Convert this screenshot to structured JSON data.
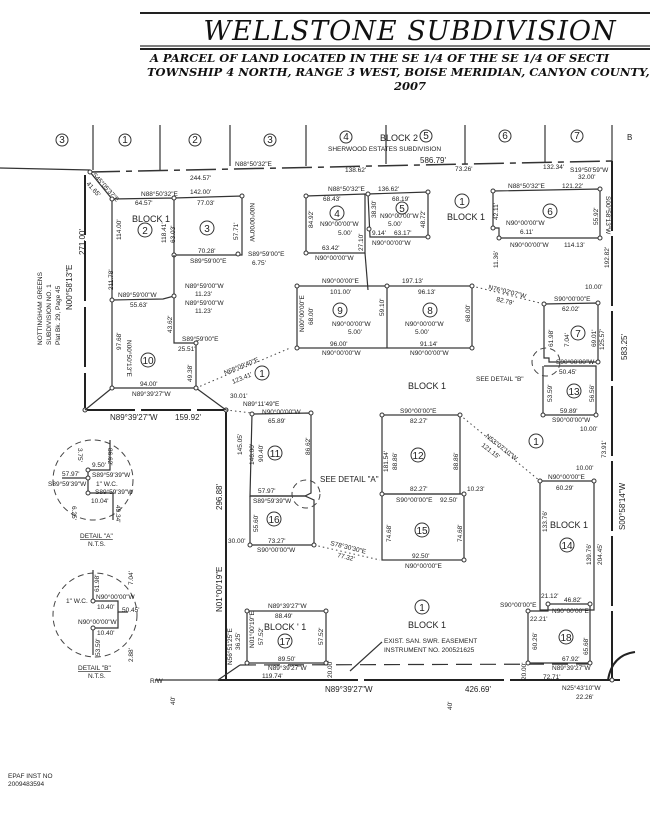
{
  "header": {
    "title": "WELLSTONE  SUBDIVISION",
    "line1": "A PARCEL OF LAND LOCATED IN THE SE 1/4 OF THE SE 1/4 OF SECTI",
    "line2": "TOWNSHIP 4 NORTH, RANGE 3 WEST, BOISE MERIDIAN, CANYON COUNTY,",
    "year": "2007"
  },
  "adjacent": {
    "north_block": "BLOCK 2",
    "north_sub": "SHERWOOD ESTATES SUBDIVISION",
    "north_lots": [
      "3",
      "1",
      "2",
      "3",
      "4",
      "5",
      "6",
      "7"
    ],
    "west_sub_1": "NOTTINGHAM GREENS",
    "west_sub_2": "SUBDIVISION NO. 1",
    "west_sub_3": "Plat Bk. 29, Page 45",
    "east_label": "B"
  },
  "lots": {
    "l1": "1",
    "l2": "2",
    "l3": "3",
    "l4": "4",
    "l5": "5",
    "l6": "6",
    "l7": "7",
    "l8": "8",
    "l9": "9",
    "l10": "10",
    "l11": "11",
    "l12": "12",
    "l13": "13",
    "l14": "14",
    "l15": "15",
    "l16": "16",
    "l17": "17",
    "l18": "18",
    "block1": "BLOCK 1",
    "block1b": "BLOCK ' 1"
  },
  "dims": {
    "north_bearing": "N88°50'32\"E",
    "north_total": "586.79'",
    "n244": "244.57'",
    "n138": "138.62'",
    "n73": "73.26'",
    "n132": "132.34'",
    "nw_corner": "S45°05'37\"E",
    "nw_corner_d": "41.65'",
    "ne_corner": "S19°50'59\"W",
    "ne_corner_d": "32.00'",
    "west_bearing": "N00°58'13\"E",
    "west_total": "271.00'",
    "lot2_top_b": "N88°50'32\"E",
    "lot2_top": "64.57'",
    "lot3_top_t": "142.00'",
    "lot3_top": "77.03'",
    "lot3_e": "57.71'",
    "lot3_e_b": "N00°00'00\"W",
    "lot3_bot": "70.28'",
    "lot3_bot_b": "S89°59'00\"E",
    "lot3_se_b": "S89°59'00\"E",
    "lot3_se": "6.75'",
    "lot2_w": "114.00'",
    "lot2_w2": "211.78'",
    "lot2_e": "63.03'",
    "lot2_e2": "118.41'",
    "n8959a": "N89°59'00\"W",
    "n1123a": "11.23'",
    "n8959b": "N89°59'00\"W",
    "n1123b": "11.23'",
    "lot10_top_b": "N89°59'00\"W",
    "lot10_top": "55.63'",
    "lot10_w": "97.68'",
    "lot10_w_b": "N00°50'13\"E",
    "lot10_inner_b": "S89°59'00\"E",
    "lot10_inner": "25.51'",
    "lot10_e": "49.38'",
    "lot10_e2": "43.62'",
    "lot10_bot": "94.00'",
    "lot10_bot_b": "N89°39'27\"W",
    "sw_bearing": "N89°39'27\"W",
    "sw_total": "159.92'",
    "diag1_b": "N68°09'40\"E",
    "diag1": "123.41'",
    "lot4_top_b": "N88°50'32\"E",
    "lot4_top": "68.43'",
    "lot4_w": "84.92'",
    "lot4_bot": "63.42'",
    "lot4_bot_b": "N90°00'00\"W",
    "lot4_in_b": "N90°00'00\"W",
    "lot4_in": "5.00'",
    "lot4_e": "27.10'",
    "lot5_top_t": "136.62'",
    "lot5_top": "68.19'",
    "lot5_w": "38.30'",
    "lot5_e": "48.72'",
    "lot5_bot": "63.17'",
    "lot5_bot_b": "N90°00'00\"W",
    "lot5_in_b": "N90°00'00\"W",
    "lot5_in": "5.00'",
    "lot5_s": "9.14'",
    "lot6_top_b": "N88°50'32\"E",
    "lot6_top": "121.22'",
    "lot6_w": "42.11'",
    "lot6_e": "55.92'",
    "lot6_e_b": "S00°58'13\"W",
    "lot6_in_b": "N90°00'00\"W",
    "lot6_in": "6.11'",
    "lot6_bot_b": "N90°00'00\"W",
    "lot6_bot": "114.13'",
    "lot6_s": "11.36'",
    "lot6_e2": "192.82'",
    "lot9_top_b": "N90°00'00\"E",
    "lot9_top": "101.00'",
    "lot8_top_t": "197.13'",
    "lot8_top": "96.13'",
    "lot9_w": "68.00'",
    "lot9_w_b": "N00°00'00\"E",
    "lot8_e": "68.00'",
    "lot9_bot": "96.00'",
    "lot9_bot_b": "N90°00'00\"W",
    "lot8_bot": "91.14'",
    "lot8_bot_b": "N90°00'00\"W",
    "lot9_in_b": "N90°00'00\"W",
    "lot9_in": "5.00'",
    "lot8_in_b": "N90°00'00\"W",
    "lot8_in": "5.00'",
    "lot89_mid": "59.10'",
    "diag2_b": "N76°02'07\"W",
    "diag2": "82.79'",
    "lot7_top_b": "S90°00'00\"E",
    "lot7_top": "62.02'",
    "lot7_w": "61.98'",
    "lot7_e": "69.01'",
    "lot7_e2": "125.57'",
    "lot7_in": "7.04'",
    "lot7_bot_b": "S90°00'00\"W",
    "lot7_bot": "50.45'",
    "ten1": "10.00'",
    "east_total": "583.25'",
    "see_b": "SEE DETAIL \"B\"",
    "lot13_w": "53.59'",
    "lot13_e": "56.56'",
    "lot13_bot": "59.89'",
    "lot13_bot_b": "S90°00'00\"W",
    "ten2": "10.00'",
    "e73": "73.91'",
    "ten3": "10.00'",
    "lot11_top_b": "N90°00'00\"W",
    "lot11_top": "65.89'",
    "lot11_w": "90.40'",
    "lot11_w2": "146.00'",
    "lot11_e": "86.62'",
    "n8911_b": "N89°11'49\"E",
    "n8911": "30.01'",
    "see_a": "SEE DETAIL \"A\"",
    "w296": "296.88'",
    "w145": "145.05'",
    "w_b": "N01°00'19\"E",
    "lot16_top": "57.97'",
    "lot16_top_b": "S89°59'39\"W",
    "lot16_w": "55.60'",
    "lot16_bot": "73.27'",
    "lot16_bot_b": "S90°00'00\"W",
    "w30": "30.00'",
    "diag3_b": "S78°30'30\"E",
    "diag3": "77.32'",
    "lot12_top_b": "S90°00'00\"E",
    "lot12_top": "82.27'",
    "lot12_w": "88.86'",
    "lot12_w2": "181.54'",
    "lot12_e": "88.86'",
    "lot12_bot": "82.27'",
    "lot15_top_b": "S90°00'00\"E",
    "lot15_top": "92.50'",
    "lot15_e": "10.23'",
    "lot15_w": "74.68'",
    "lot15_e2": "74.68'",
    "lot15_bot": "92.50'",
    "lot15_bot_b": "N90°00'00\"E",
    "diag4_b": "N53°07'10\"W",
    "diag4": "121.15'",
    "lot14_top_b": "N90°00'00\"E",
    "lot14_top": "60.29'",
    "lot14_w": "133.76'",
    "lot14_e": "139.76'",
    "lot14_e2": "204.45'",
    "east_b": "S00°58'14\"W",
    "lot17_top_b": "N89°39'27\"W",
    "lot17_top": "88.49'",
    "lot17_w": "57.52'",
    "lot17_e": "57.52'",
    "lot17_bot": "89.50'",
    "lot17_bot_b": "N89°39'27\"W",
    "l17_w_b": "N01°00'19\"E",
    "sw_c_b": "N56°51'25\"E",
    "sw_c": "36.25'",
    "easement1": "EXIST. SAN. SWR. EASEMENT",
    "easement2": "INSTRUMENT NO. 200521625",
    "lot18_t1": "21.12'",
    "lot18_top_b": "S90°00'00\"E",
    "lot18_top": "46.82'",
    "lot18_in": "22.21'",
    "lot18_in_b": "N90°00'00\"E",
    "lot18_w": "60.26'",
    "lot18_e": "65.68'",
    "lot18_bot": "67.92'",
    "lot18_bot_b": "N89°39'27\"W",
    "se_b": "N25°43'10\"W",
    "se_d": "22.26'",
    "se_72": "72.71'",
    "twenty1": "20.00'",
    "twenty2": "20.00'",
    "south_b": "N89°39'27\"W",
    "south_total": "426.69'",
    "s119": "119.74'",
    "rw": "R/W",
    "forty": "40'",
    "forty2": "40'"
  },
  "detail_a": {
    "label": "DETAIL \"A\"",
    "nts": "N.T.S.",
    "d1": "57.97'",
    "d1b": "S89°59'39\"W",
    "d2": "9.50'",
    "d2b": "S89°59'39\"W",
    "d3": "1\" W.C.",
    "d4b": "S89°59'39\"W",
    "d5": "10.04'",
    "d6": "3.75'",
    "d7": "6.25'",
    "d8": "86.62'",
    "d9": "49.34'"
  },
  "detail_b": {
    "label": "DETAIL \"B\"",
    "nts": "N.T.S.",
    "d1": "61.98'",
    "d2": "1\" W.C.",
    "d3b": "N90°00'00\"W",
    "d3": "10.40'",
    "d4": "7.04'",
    "d5": "50.45'",
    "d6b": "N90°00'00\"W",
    "d6": "10.40'",
    "d7": "53.59'",
    "d8": "2.88'"
  },
  "stamp": {
    "line1": "EPAF INST NO",
    "line2": "2009483594"
  }
}
